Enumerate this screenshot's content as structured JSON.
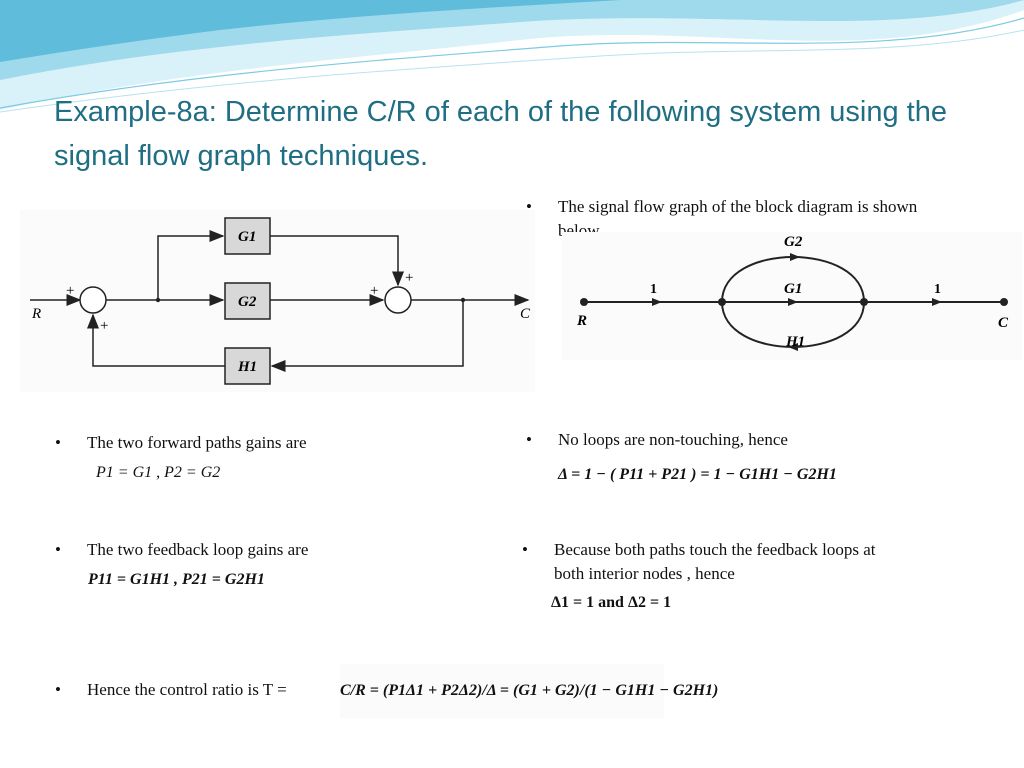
{
  "slide": {
    "title": "Example-8a: Determine C/R of each of the following system using the signal flow graph techniques."
  },
  "bullets": {
    "sfg_intro": "The signal flow graph of the block diagram is shown below.",
    "forward_paths": "The two forward paths gains are",
    "feedback_loops": "The two feedback loop gains are",
    "control_ratio": "Hence the control ratio is T =",
    "non_touching": "No loops are non-touching, hence",
    "both_touch": "Because both paths touch the feedback loops at both interior nodes , hence"
  },
  "block_diagram": {
    "input": "R",
    "output": "C",
    "blocks": [
      "G2",
      "G1",
      "H1"
    ],
    "sum_signs": [
      "+",
      "+",
      "+",
      "+"
    ]
  },
  "signal_flow_graph": {
    "input_node": "R",
    "output_node": "C",
    "branch_gains": [
      "1",
      "G2",
      "G1",
      "H1",
      "1"
    ]
  },
  "equations": {
    "forward_paths": "P1 = G1 , P2 = G2",
    "loop_gains": "P11 = G1H1 , P21 = G2H1",
    "delta": "Δ = 1 − ( P11 + P21 ) = 1 − G1H1 − G2H1",
    "cofactors": "Δ1 = 1 and Δ2 = 1",
    "control_ratio": "C/R = (P1Δ1 + P2Δ2)/Δ = (G1 + G2)/(1 − G1H1 − G2H1)"
  },
  "colors": {
    "title": "#1f6e84",
    "wave_light": "#bfe6f2",
    "wave_dark": "#58b9d8",
    "block_fill": "#d8d8d8"
  }
}
